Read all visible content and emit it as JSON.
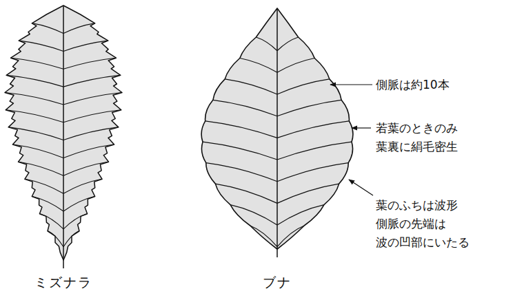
{
  "diagram": {
    "labels": [
      "側脈は約10本",
      "若葉のときのみ 葉裏に絹毛密生",
      "葉のふちは波形 側脈の先端は 波の凹部にいたる",
      "ミズナラ",
      "ブナ"
    ]
  }
}
